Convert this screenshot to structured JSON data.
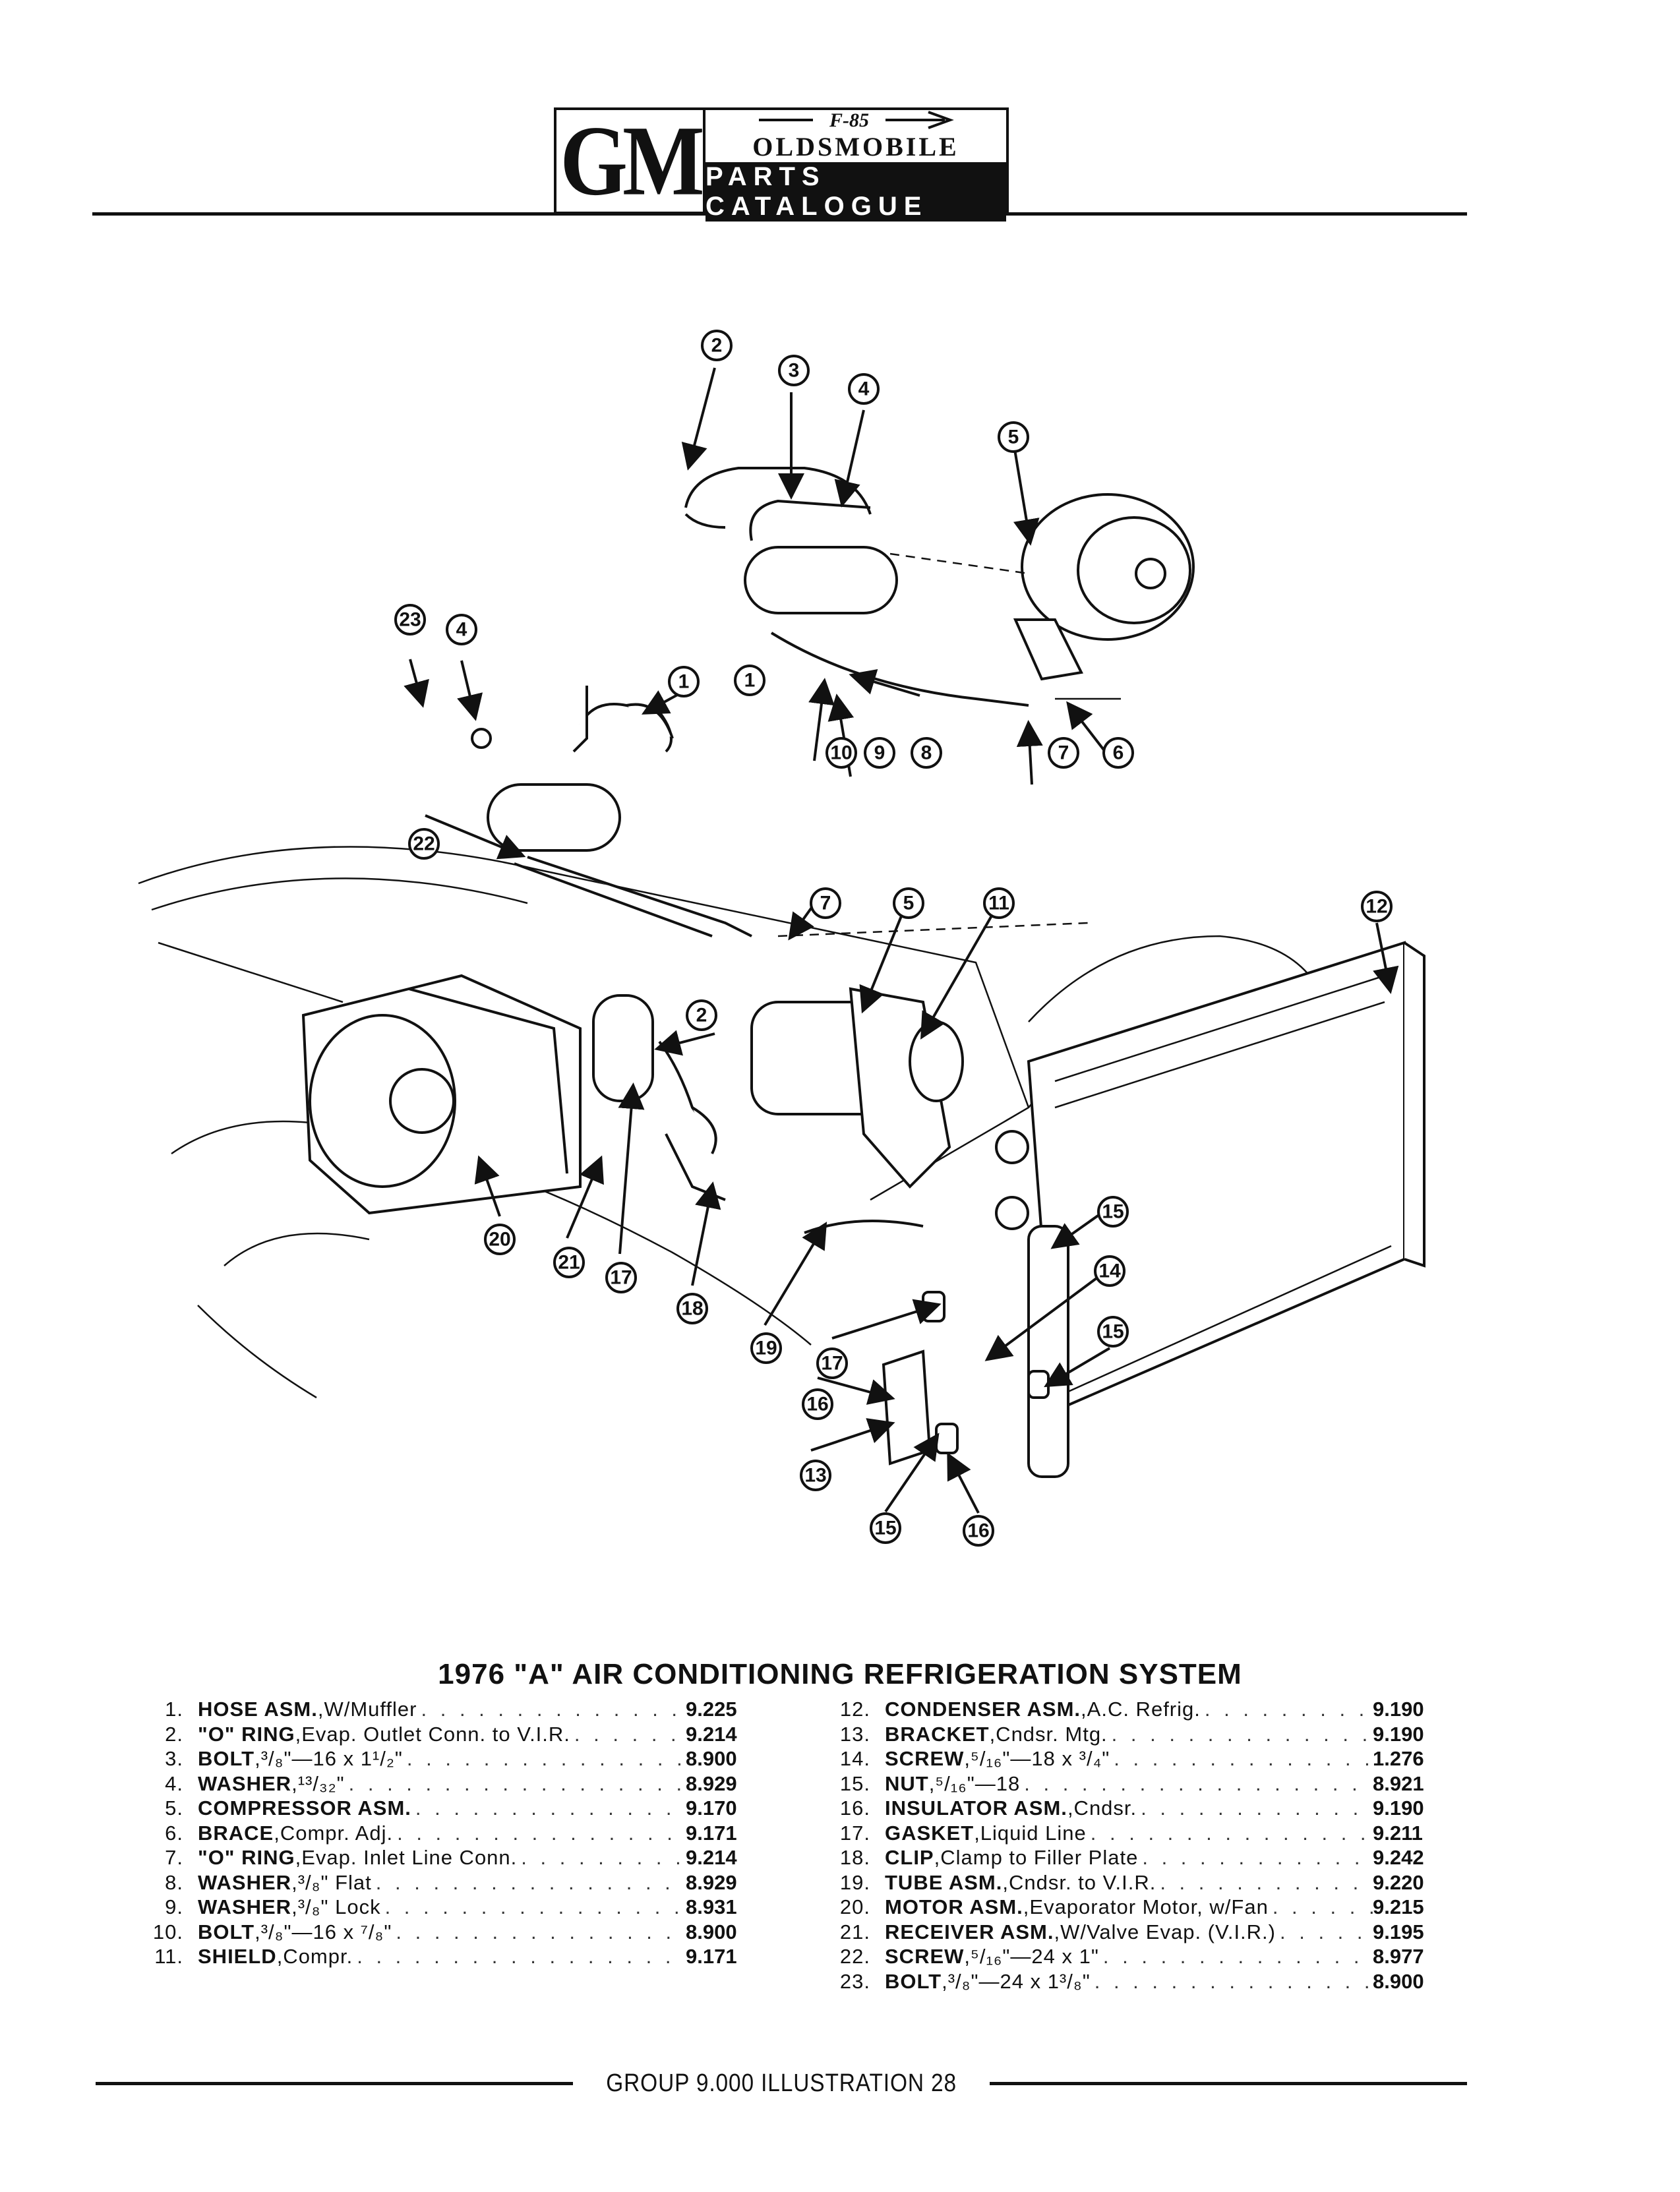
{
  "header": {
    "gm_logo": "GM",
    "model_mark": "F-85",
    "brand": "OLDSMOBILE",
    "catalogue": "PARTS CATALOGUE"
  },
  "diagram": {
    "callouts": [
      "1",
      "2",
      "3",
      "4",
      "5",
      "6",
      "7",
      "8",
      "9",
      "10",
      "11",
      "12",
      "13",
      "14",
      "15",
      "16",
      "17",
      "18",
      "19",
      "20",
      "21",
      "22",
      "23"
    ]
  },
  "parts_list": {
    "title": "1976 \"A\" AIR CONDITIONING REFRIGERATION SYSTEM",
    "items": [
      {
        "num": "1.",
        "name": "HOSE ASM.",
        "desc": ",W/Muffler",
        "code": "9.225"
      },
      {
        "num": "2.",
        "name": "\"O\" RING",
        "desc": ",Evap. Outlet Conn. to V.I.R.",
        "code": "9.214"
      },
      {
        "num": "3.",
        "name": "BOLT",
        "desc": ",³/₈\"—16 x 1¹/₂\"",
        "code": "8.900"
      },
      {
        "num": "4.",
        "name": "WASHER",
        "desc": ",¹³/₃₂\"",
        "code": "8.929"
      },
      {
        "num": "5.",
        "name": "COMPRESSOR ASM.",
        "desc": "",
        "code": "9.170"
      },
      {
        "num": "6.",
        "name": "BRACE",
        "desc": ",Compr. Adj.",
        "code": "9.171"
      },
      {
        "num": "7.",
        "name": "\"O\" RING",
        "desc": ",Evap. Inlet Line Conn.",
        "code": "9.214"
      },
      {
        "num": "8.",
        "name": "WASHER",
        "desc": ",³/₈\" Flat",
        "code": "8.929"
      },
      {
        "num": "9.",
        "name": "WASHER",
        "desc": ",³/₈\" Lock",
        "code": "8.931"
      },
      {
        "num": "10.",
        "name": "BOLT",
        "desc": ",³/₈\"—16 x ⁷/₈\"",
        "code": "8.900"
      },
      {
        "num": "11.",
        "name": "SHIELD",
        "desc": ",Compr.",
        "code": "9.171"
      },
      {
        "num": "12.",
        "name": "CONDENSER ASM.",
        "desc": ",A.C. Refrig.",
        "code": "9.190"
      },
      {
        "num": "13.",
        "name": "BRACKET",
        "desc": ",Cndsr. Mtg.",
        "code": "9.190"
      },
      {
        "num": "14.",
        "name": "SCREW",
        "desc": ",⁵/₁₆\"—18 x ³/₄\"",
        "code": "1.276"
      },
      {
        "num": "15.",
        "name": "NUT",
        "desc": ",⁵/₁₆\"—18",
        "code": "8.921"
      },
      {
        "num": "16.",
        "name": "INSULATOR ASM.",
        "desc": ",Cndsr.",
        "code": "9.190"
      },
      {
        "num": "17.",
        "name": "GASKET",
        "desc": ",Liquid Line",
        "code": "9.211"
      },
      {
        "num": "18.",
        "name": "CLIP",
        "desc": ",Clamp to Filler Plate",
        "code": "9.242"
      },
      {
        "num": "19.",
        "name": "TUBE ASM.",
        "desc": ",Cndsr. to V.I.R.",
        "code": "9.220"
      },
      {
        "num": "20.",
        "name": "MOTOR ASM.",
        "desc": ",Evaporator Motor, w/Fan",
        "code": "9.215"
      },
      {
        "num": "21.",
        "name": "RECEIVER ASM.",
        "desc": ",W/Valve Evap. (V.I.R.)",
        "code": "9.195"
      },
      {
        "num": "22.",
        "name": "SCREW",
        "desc": ",⁵/₁₆\"—24 x 1\"",
        "code": "8.977"
      },
      {
        "num": "23.",
        "name": "BOLT",
        "desc": ",³/₈\"—24 x 1³/₈\"",
        "code": "8.900"
      }
    ]
  },
  "footer": {
    "text": "GROUP  9.000  ILLUSTRATION  28"
  }
}
